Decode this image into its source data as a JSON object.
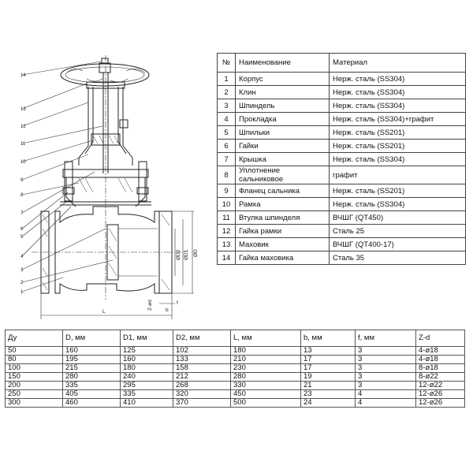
{
  "parts_table": {
    "headers": {
      "num": "№",
      "name": "Наименование",
      "material": "Материал"
    },
    "rows": [
      {
        "num": "1",
        "name": "Корпус",
        "material": "Нерж. сталь (SS304)"
      },
      {
        "num": "2",
        "name": "Клин",
        "material": "Нерж. сталь (SS304)"
      },
      {
        "num": "3",
        "name": "Шпиндель",
        "material": "Нерж. сталь (SS304)"
      },
      {
        "num": "4",
        "name": "Прокладка",
        "material": "Нерж. сталь (SS304)+графит"
      },
      {
        "num": "5",
        "name": "Шпильки",
        "material": "Нерж. сталь (SS201)"
      },
      {
        "num": "6",
        "name": "Гайки",
        "material": "Нерж. сталь (SS201)"
      },
      {
        "num": "7",
        "name": "Крышка",
        "material": "Нерж. сталь (SS304)"
      },
      {
        "num": "8",
        "name": "Уплотнение сальниковое",
        "material": "графит"
      },
      {
        "num": "9",
        "name": "Фланец сальника",
        "material": "Нерж. сталь (SS201)"
      },
      {
        "num": "10",
        "name": "Рамка",
        "material": "Нерж. сталь (SS304)"
      },
      {
        "num": "11",
        "name": "Втулка шпинделя",
        "material": "ВЧШГ (QT450)"
      },
      {
        "num": "12",
        "name": "Гайка рамки",
        "material": "Сталь 25"
      },
      {
        "num": "13",
        "name": "Маховик",
        "material": "ВЧШГ (QT400-17)"
      },
      {
        "num": "14",
        "name": "Гайка маховика",
        "material": "Сталь 35"
      }
    ]
  },
  "dims_table": {
    "headers": [
      "Ду",
      "D, мм",
      "D1, мм",
      "D2, мм",
      "L, мм",
      "b, мм",
      "f, мм",
      "Z-d"
    ],
    "rows": [
      [
        "50",
        "160",
        "125",
        "102",
        "180",
        "13",
        "3",
        "4-ø18"
      ],
      [
        "80",
        "195",
        "160",
        "133",
        "210",
        "17",
        "3",
        "4-ø18"
      ],
      [
        "100",
        "215",
        "180",
        "158",
        "230",
        "17",
        "3",
        "8-ø18"
      ],
      [
        "150",
        "280",
        "240",
        "212",
        "280",
        "19",
        "3",
        "8-ø22"
      ],
      [
        "200",
        "335",
        "295",
        "268",
        "330",
        "21",
        "3",
        "12-ø22"
      ],
      [
        "250",
        "405",
        "335",
        "320",
        "450",
        "23",
        "4",
        "12-ø26"
      ],
      [
        "300",
        "460",
        "410",
        "370",
        "500",
        "24",
        "4",
        "12-ø26"
      ]
    ]
  },
  "drawing": {
    "leader_labels": [
      "14",
      "13",
      "12",
      "11",
      "10",
      "9",
      "8",
      "7",
      "6",
      "5",
      "4",
      "3",
      "2",
      "1"
    ],
    "dim_labels": {
      "L": "L",
      "f": "f",
      "b": "b",
      "zd": "Z-ød",
      "D2": "ØD2",
      "D1": "ØD1",
      "D": "ØD"
    }
  }
}
